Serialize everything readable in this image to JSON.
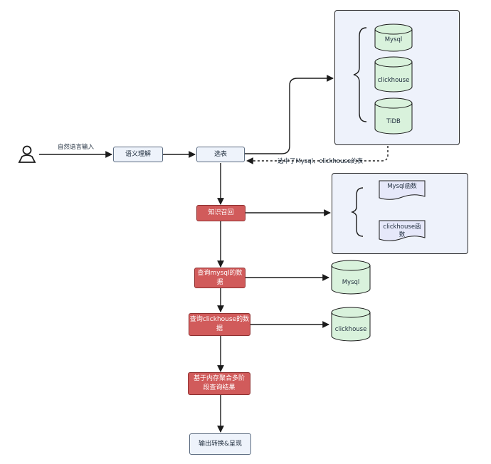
{
  "nodes": {
    "input_label": "自然语言输入",
    "semantic": "语义理解",
    "select_table": "选表",
    "selected_note": "选中了Mysql、clickhouse的表",
    "knowledge": "知识召回",
    "query_mysql": "查询mysql的数据",
    "query_clickhouse": "查询clickhouse的数据",
    "merge_query": "基于内存聚合多阶段查询结果",
    "output": "输出转换&呈现"
  },
  "db_panel": {
    "items": [
      "Mysql",
      "clickhouse",
      "TiDB"
    ]
  },
  "func_panel": {
    "items": [
      "Mysql函数",
      "clickhouse函数"
    ]
  },
  "databases": {
    "mysql": "Mysql",
    "clickhouse": "clickhouse"
  },
  "colors": {
    "cylinder_fill": "#d9f2dc",
    "process_red": "#d15b5b",
    "process_light": "#eef3fb",
    "panel_fill": "#eef2fb"
  }
}
